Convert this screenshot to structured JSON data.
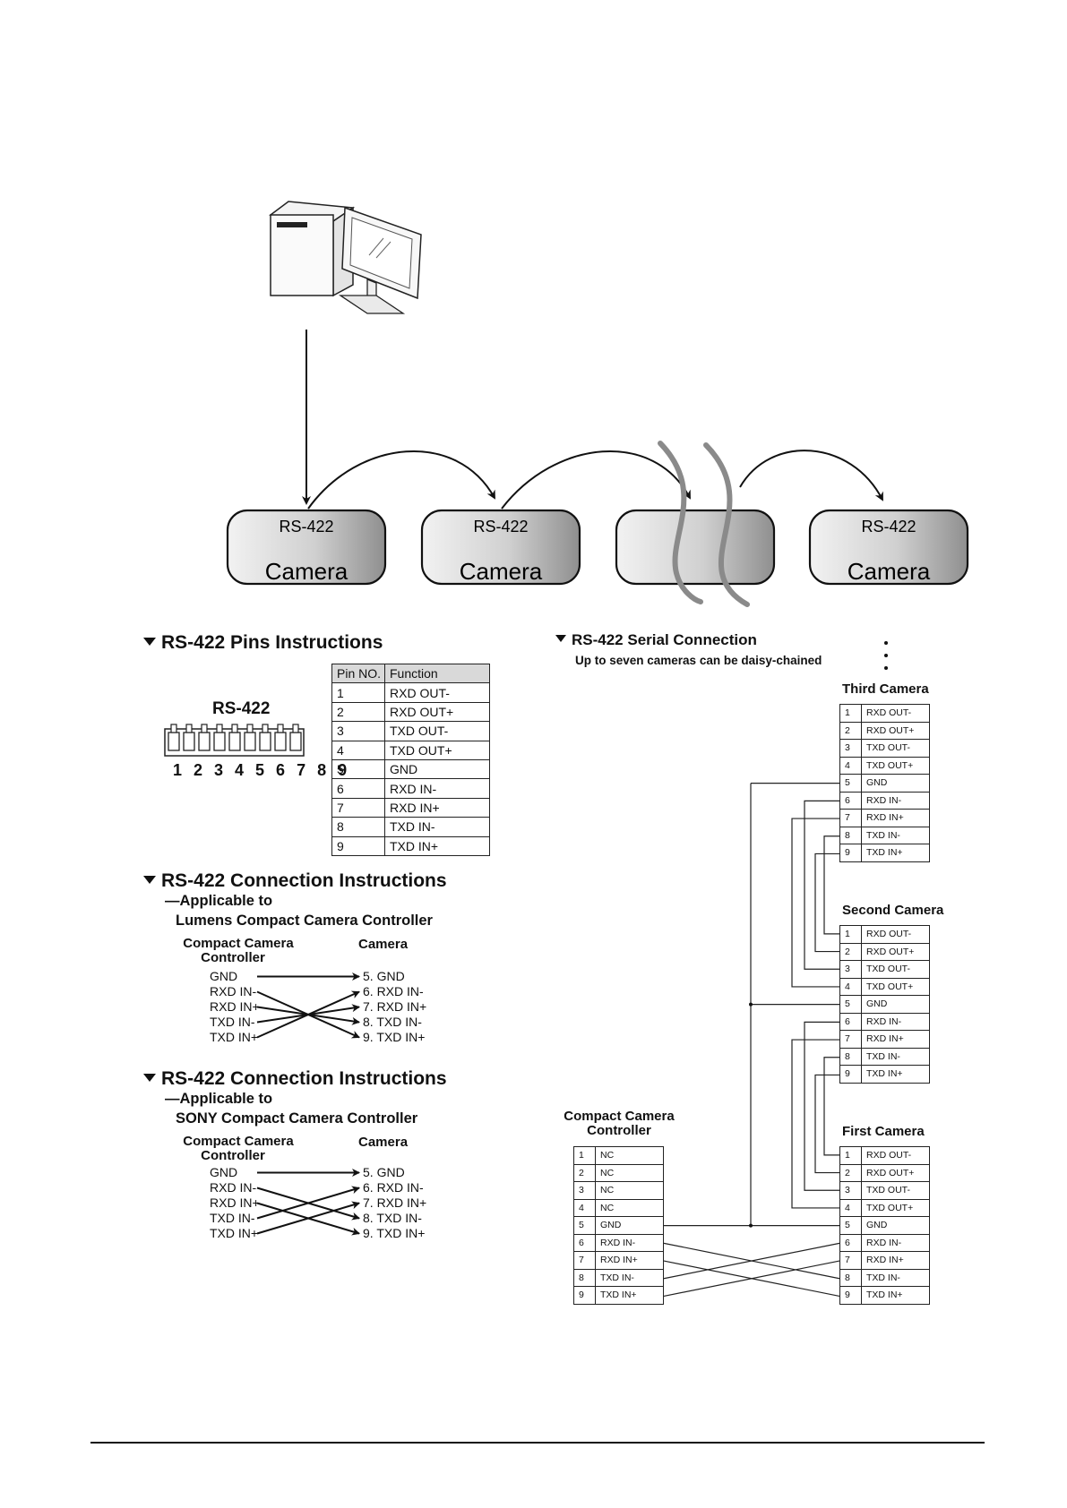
{
  "top_diagram": {
    "cameras": [
      {
        "port": "RS-422",
        "label": "Camera"
      },
      {
        "port": "RS-422",
        "label": "Camera"
      },
      {
        "port": "",
        "label": ""
      },
      {
        "port": "RS-422",
        "label": "Camera"
      }
    ]
  },
  "pins_section": {
    "title": "RS-422 Pins Instructions",
    "connector_label": "RS-422",
    "connector_numbers": "1 2 3 4 5 6 7 8 9",
    "table": {
      "headers": [
        "Pin NO.",
        "Function"
      ],
      "rows": [
        [
          "1",
          "RXD OUT-"
        ],
        [
          "2",
          "RXD OUT+"
        ],
        [
          "3",
          "TXD OUT-"
        ],
        [
          "4",
          "TXD OUT+"
        ],
        [
          "5",
          "GND"
        ],
        [
          "6",
          "RXD IN-"
        ],
        [
          "7",
          "RXD IN+"
        ],
        [
          "8",
          "TXD IN-"
        ],
        [
          "9",
          "TXD IN+"
        ]
      ]
    }
  },
  "lumens_section": {
    "title": "RS-422 Connection Instructions",
    "applicable": "Applicable to",
    "controller_name": "Lumens Compact Camera Controller",
    "left_header": [
      "Compact Camera",
      "Controller"
    ],
    "right_header": "Camera",
    "left": [
      "GND",
      "RXD IN-",
      "RXD IN+",
      "TXD IN-",
      "TXD IN+"
    ],
    "right": [
      "5. GND",
      "6. RXD IN-",
      "7. RXD IN+",
      "8. TXD IN-",
      "9. TXD IN+"
    ]
  },
  "sony_section": {
    "title": "RS-422 Connection Instructions",
    "applicable": "Applicable to",
    "controller_name": "SONY Compact Camera Controller",
    "left_header": [
      "Compact Camera",
      "Controller"
    ],
    "right_header": "Camera",
    "left": [
      "GND",
      "RXD IN-",
      "RXD IN+",
      "TXD IN-",
      "TXD IN+"
    ],
    "right": [
      "5. GND",
      "6. RXD IN-",
      "7. RXD IN+",
      "8. TXD IN-",
      "9. TXD IN+"
    ]
  },
  "serial_section": {
    "title": "RS-422 Serial Connection",
    "subtitle": "Up to seven cameras can be daisy-chained",
    "third_camera": "Third Camera",
    "second_camera": "Second Camera",
    "first_camera": "First Camera",
    "controller_label": [
      "Compact Camera",
      "Controller"
    ],
    "camera_rows": [
      [
        "1",
        "RXD OUT-"
      ],
      [
        "2",
        "RXD OUT+"
      ],
      [
        "3",
        "TXD OUT-"
      ],
      [
        "4",
        "TXD OUT+"
      ],
      [
        "5",
        "GND"
      ],
      [
        "6",
        "RXD IN-"
      ],
      [
        "7",
        "RXD IN+"
      ],
      [
        "8",
        "TXD IN-"
      ],
      [
        "9",
        "TXD IN+"
      ]
    ],
    "controller_rows": [
      [
        "1",
        "NC"
      ],
      [
        "2",
        "NC"
      ],
      [
        "3",
        "NC"
      ],
      [
        "4",
        "NC"
      ],
      [
        "5",
        "GND"
      ],
      [
        "6",
        "RXD IN-"
      ],
      [
        "7",
        "RXD IN+"
      ],
      [
        "8",
        "TXD IN-"
      ],
      [
        "9",
        "TXD IN+"
      ]
    ]
  }
}
